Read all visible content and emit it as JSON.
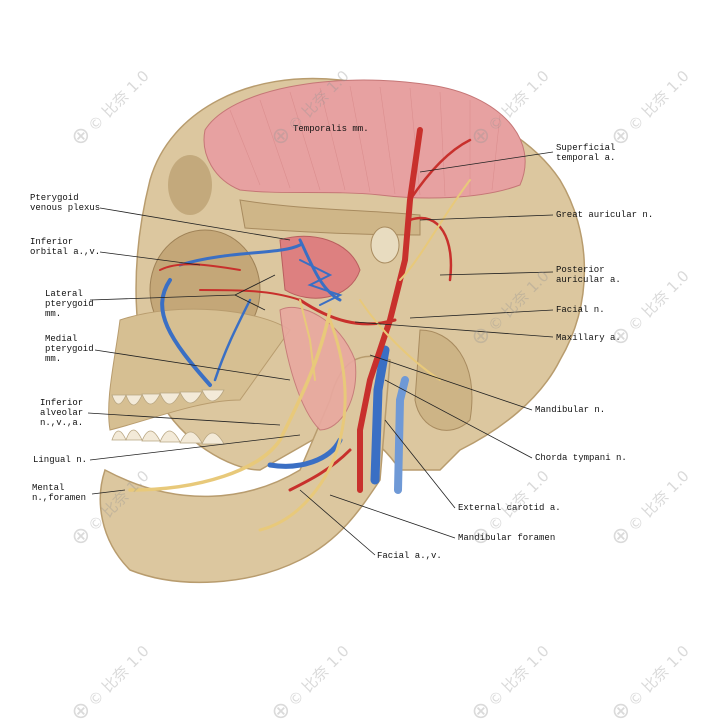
{
  "labels": {
    "temporalis": "Temporalis mm.",
    "pterygoid_plexus": "Pterygoid\nvenous plexus",
    "inferior_orbital": "Inferior\norbital a.,v.",
    "lateral_pterygoid": "Lateral\npterygoid\nmm.",
    "medial_pterygoid": "Medial\npterygoid\nmm.",
    "inferior_alveolar": "Inferior\nalveolar\nn.,v.,a.",
    "lingual_n": "Lingual n.",
    "mental": "Mental\nn.,foramen",
    "superficial_temporal": "Superficial\ntemporal a.",
    "great_auricular": "Great auricular n.",
    "posterior_auricular": "Posterior\nauricular a.",
    "facial_n": "Facial n.",
    "maxillary_a": "Maxillary a.",
    "mandibular_n": "Mandibular n.",
    "chorda_tympani": "Chorda tympani n.",
    "external_carotid": "External carotid a.",
    "mandibular_foramen": "Mandibular foramen",
    "facial_av": "Facial a.,v."
  },
  "watermark": {
    "text": "比奈 1.0",
    "symbol": "©"
  },
  "colors": {
    "bone": "#d9c29a",
    "bone_shadow": "#b89c6e",
    "muscle": "#e7a1a1",
    "artery": "#c8302c",
    "vein": "#3a6fc4",
    "nerve": "#f2d9a0"
  }
}
